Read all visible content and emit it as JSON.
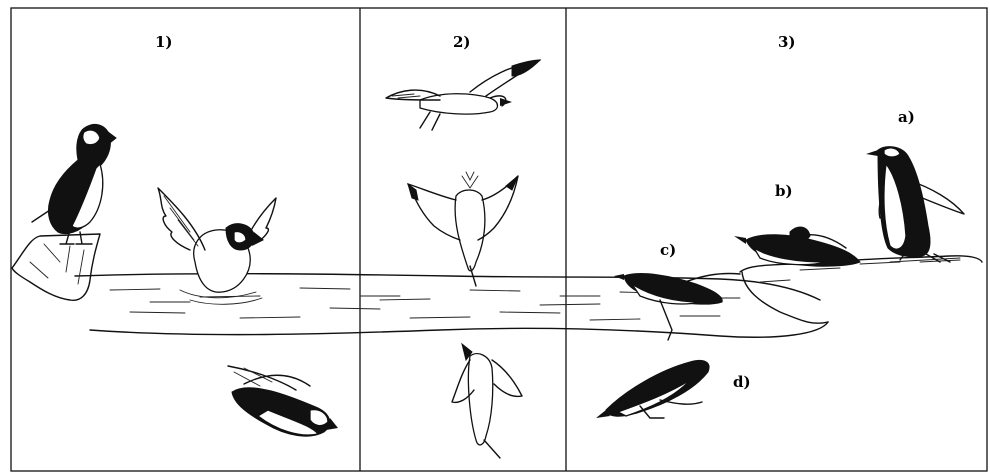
{
  "panels": [
    {
      "label": "1)"
    },
    {
      "label": "2)"
    },
    {
      "label": "3)"
    }
  ],
  "penguin_labels": [
    "a)",
    "b)",
    "c)",
    "d)"
  ]
}
